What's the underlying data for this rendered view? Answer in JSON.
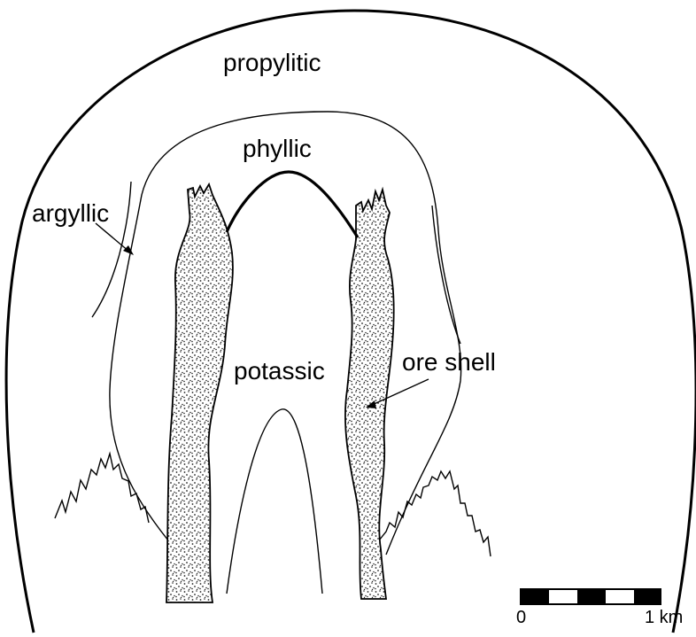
{
  "zones": {
    "propylitic": "propylitic",
    "phyllic": "phyllic",
    "argyllic": "argyllic",
    "potassic": "potassic",
    "ore_shell": "ore shell"
  },
  "scale_bar": {
    "start_label": "0",
    "end_label": "1 km"
  }
}
